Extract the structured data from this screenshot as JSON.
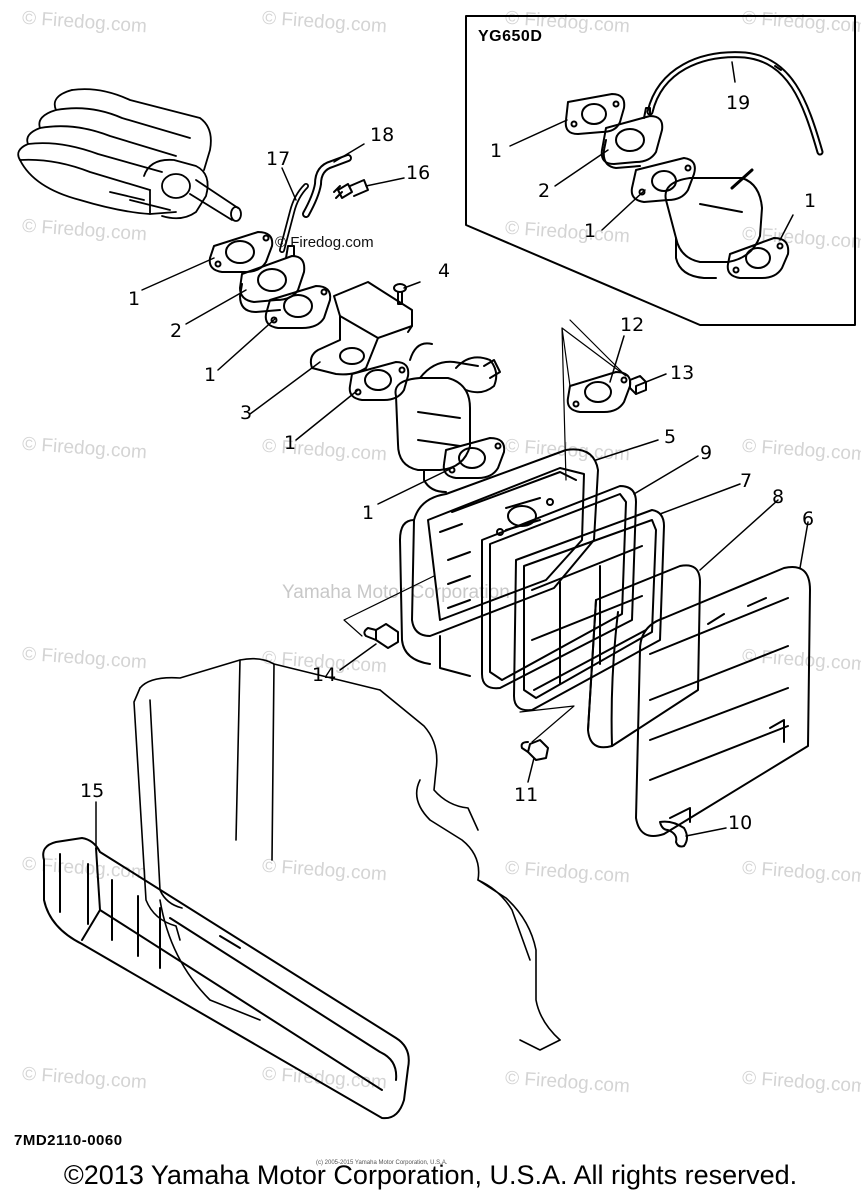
{
  "inset": {
    "label": "YG650D"
  },
  "drawing_code": "7MD2110-0060",
  "copyright": "©2013 Yamaha Motor Corporation, U.S.A. All rights reserved.",
  "fine_print": "(c) 2005-2015 Yamaha Motor Corporation, U.S.A.",
  "watermarks": {
    "firedog": "© Firedog.com",
    "firedog_inline": "© Firedog.com",
    "center": "Yamaha Motor Corporation"
  },
  "callouts": {
    "c1a": "1",
    "c2a": "2",
    "c1b": "1",
    "c3": "3",
    "c1c": "1",
    "c1d": "1",
    "c4": "4",
    "c16": "16",
    "c17": "17",
    "c18": "18",
    "c12": "12",
    "c13": "13",
    "c5": "5",
    "c9": "9",
    "c7": "7",
    "c8": "8",
    "c6": "6",
    "c14": "14",
    "c11": "11",
    "c10": "10",
    "c15": "15",
    "i1a": "1",
    "i2": "2",
    "i1b": "1",
    "i1c": "1",
    "i19": "19"
  }
}
